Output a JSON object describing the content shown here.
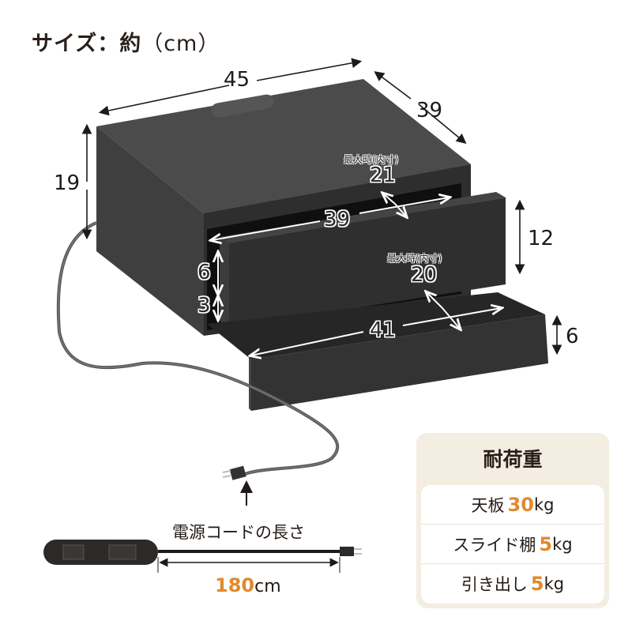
{
  "header": {
    "title": "サイズ：約",
    "unit": "（cm）"
  },
  "dimensions": {
    "width": "45",
    "depth": "39",
    "height": "19",
    "drawer_front_height": "12",
    "shelf_front_height": "6",
    "upper_inner_width": "39",
    "upper_inner_depth_note": "最大時(内寸)",
    "upper_inner_depth": "21",
    "lower_inner_depth_note": "最大時(内寸)",
    "lower_inner_depth": "20",
    "lower_inner_width": "41",
    "drawer_inner_height": "6",
    "shelf_gap_height": "3"
  },
  "load_capacity": {
    "title": "耐荷重",
    "rows": [
      {
        "label": "天板",
        "value": "30",
        "unit": "kg"
      },
      {
        "label": "スライド棚",
        "value": "5",
        "unit": "kg"
      },
      {
        "label": "引き出し",
        "value": "5",
        "unit": "kg"
      }
    ]
  },
  "power_cord": {
    "label": "電源コードの長さ",
    "length": "180",
    "unit": "cm"
  },
  "colors": {
    "accent": "#e08a2c",
    "card_bg": "#f3ede2",
    "product": "#3a3a3a",
    "text": "#231a15"
  }
}
